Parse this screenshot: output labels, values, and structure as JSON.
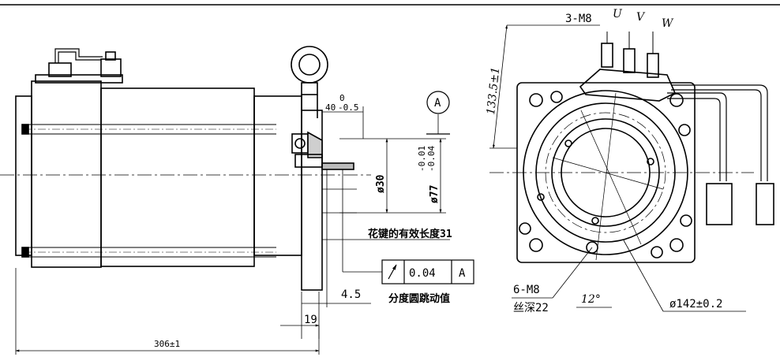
{
  "labels": {
    "flange_thickness": "40",
    "flange_tol_upper": "0",
    "flange_tol_lower": "-0.5",
    "datum": "A",
    "shaft_dia": "ø30",
    "pilot_dia": "ø77",
    "pilot_tol_upper": "-0.01",
    "pilot_tol_lower": "-0.04",
    "spline_note": "花键的有效长度31",
    "runout_value": "0.04",
    "runout_datum": "A",
    "runout_note": "分度圆跳动值",
    "dim_4_5": "4.5",
    "dim_19": "19",
    "overall_length": "306±1",
    "thread_m8": "3-M8",
    "phase_u": "U",
    "phase_v": "V",
    "phase_w": "W",
    "height_dim": "133.5±1",
    "holes": "6-M8",
    "thread_depth": "丝深22",
    "angle": "12°",
    "bolt_circle": "ø142±0.2"
  }
}
